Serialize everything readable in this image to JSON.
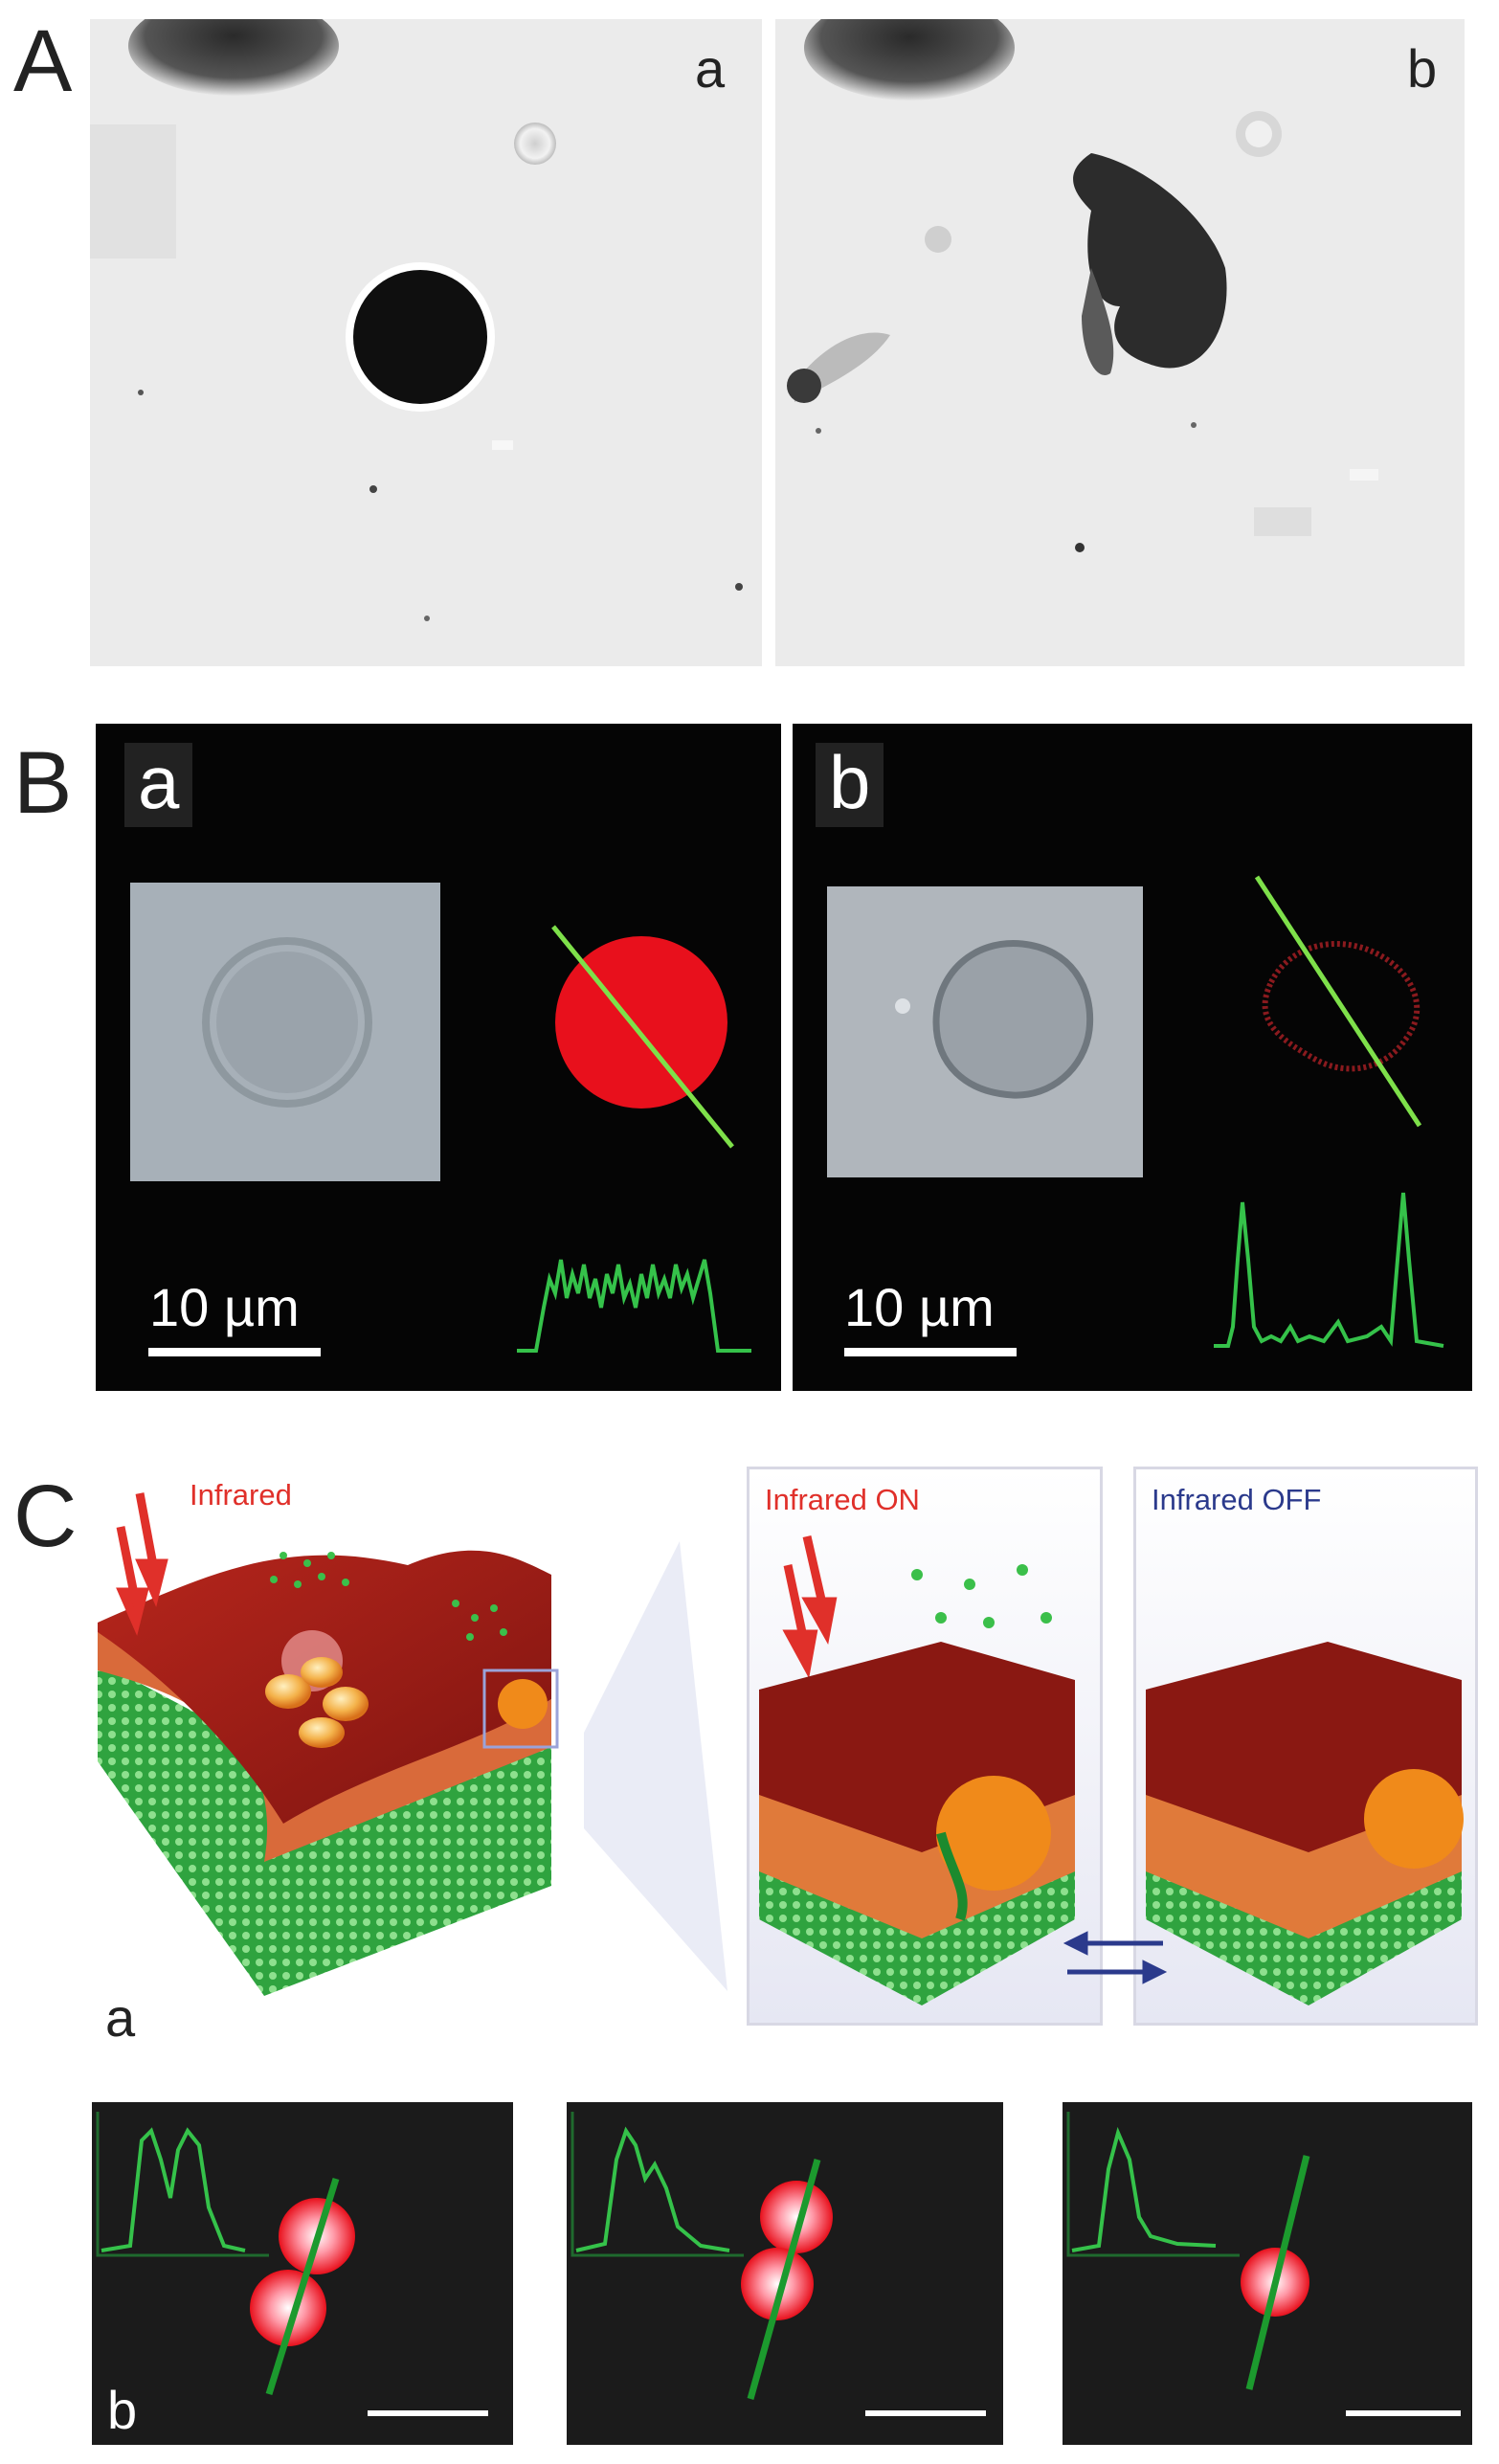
{
  "panels": {
    "A": {
      "label": "A",
      "sub": [
        "a",
        "b"
      ]
    },
    "B": {
      "label": "B",
      "sub": [
        "a",
        "b"
      ],
      "scale_text": "10 µm"
    },
    "C": {
      "label": "C",
      "sub_a": "a",
      "sub_b": "b",
      "labels": {
        "infrared": "Infrared",
        "infrared_on": "Infrared ON",
        "infrared_off": "Infrared OFF"
      }
    }
  },
  "colors": {
    "infrared_red": "#e0302a",
    "infrared_off_blue": "#2b3a8c",
    "profile_green": "#35c24a",
    "particle_red": "#e8101c",
    "tissue_green": "#1c8a2e",
    "hydrogel_orange": "#f08a1a"
  }
}
